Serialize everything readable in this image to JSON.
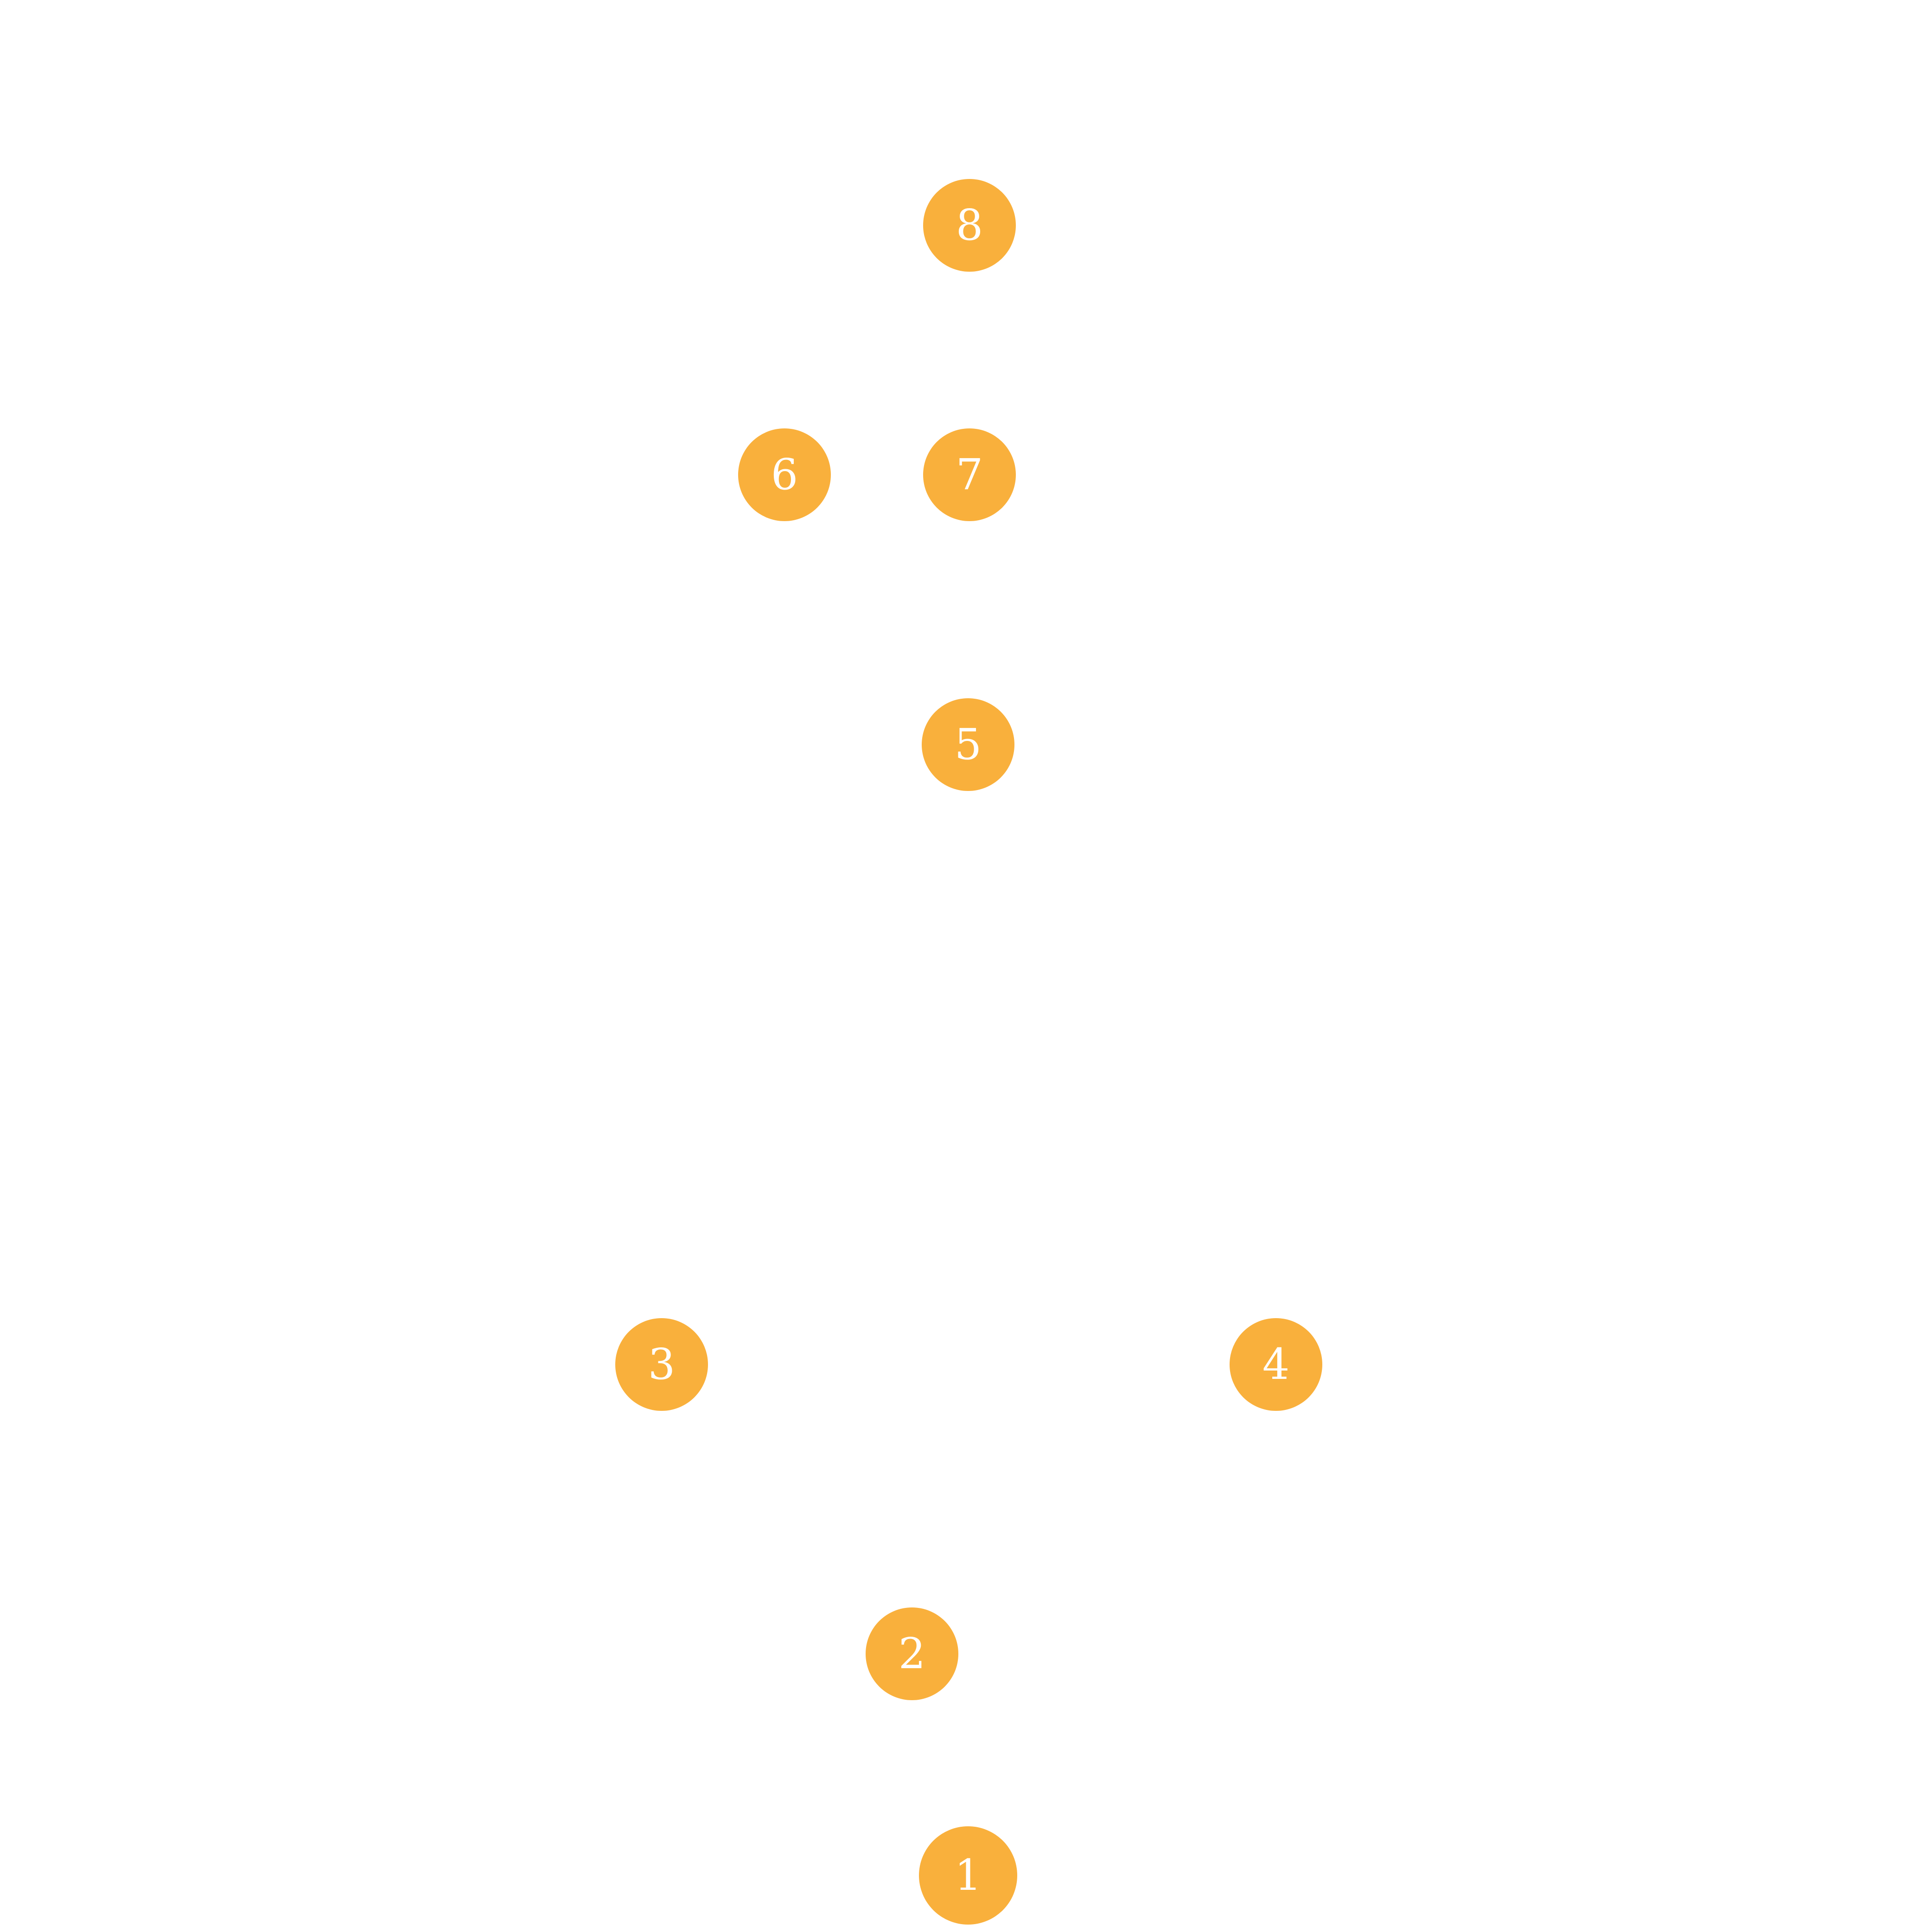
{
  "colors": {
    "background": "#ffffff",
    "marker_fill": "#f9b03c",
    "marker_text": "#ffffff"
  },
  "markers": [
    {
      "label": "1"
    },
    {
      "label": "2"
    },
    {
      "label": "3"
    },
    {
      "label": "4"
    },
    {
      "label": "5"
    },
    {
      "label": "6"
    },
    {
      "label": "7"
    },
    {
      "label": "8"
    }
  ]
}
